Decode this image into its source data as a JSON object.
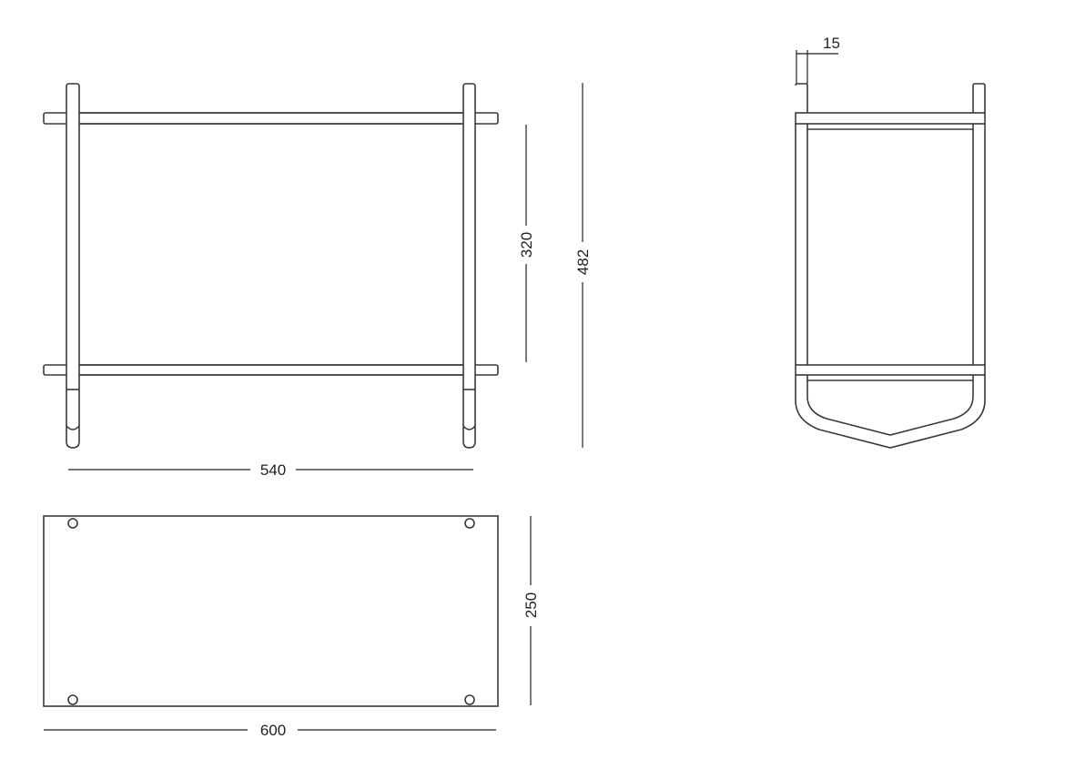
{
  "dimensions": {
    "front_inner_width": "540",
    "shelf_spacing": "320",
    "total_height": "482",
    "top_depth": "250",
    "top_width": "600",
    "tube_diameter": "15"
  },
  "colors": {
    "line": "#3a3a3a",
    "background": "#ffffff"
  }
}
